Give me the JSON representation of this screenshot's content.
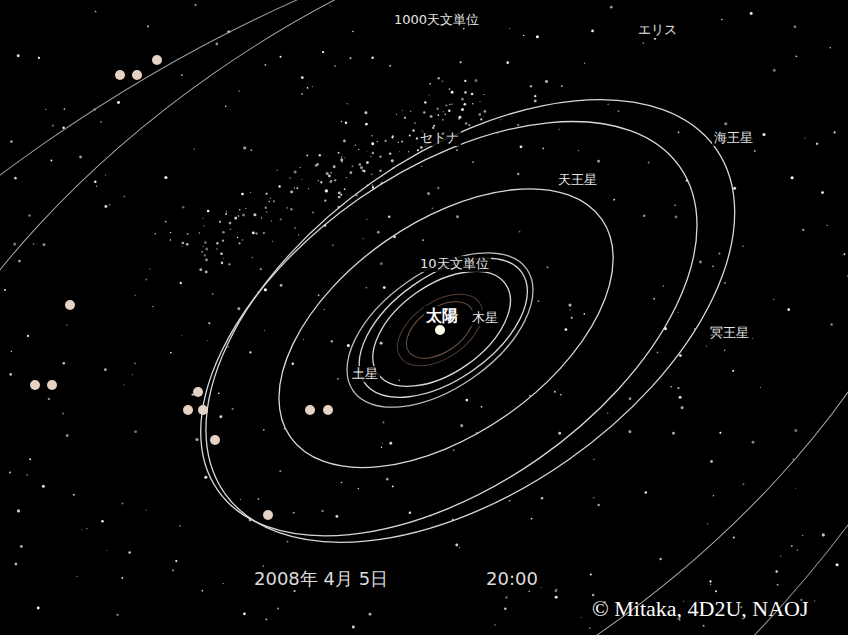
{
  "diagram": {
    "labels": [
      "1000天文単位",
      "エリス",
      "セドナ",
      "海王星",
      "天王星",
      "10天文単位",
      "太陽",
      "木星",
      "冥王星",
      "土星",
      "2008年 4月 5日",
      "20:00",
      "© Mitaka, 4D2U, NAOJ"
    ]
  }
}
